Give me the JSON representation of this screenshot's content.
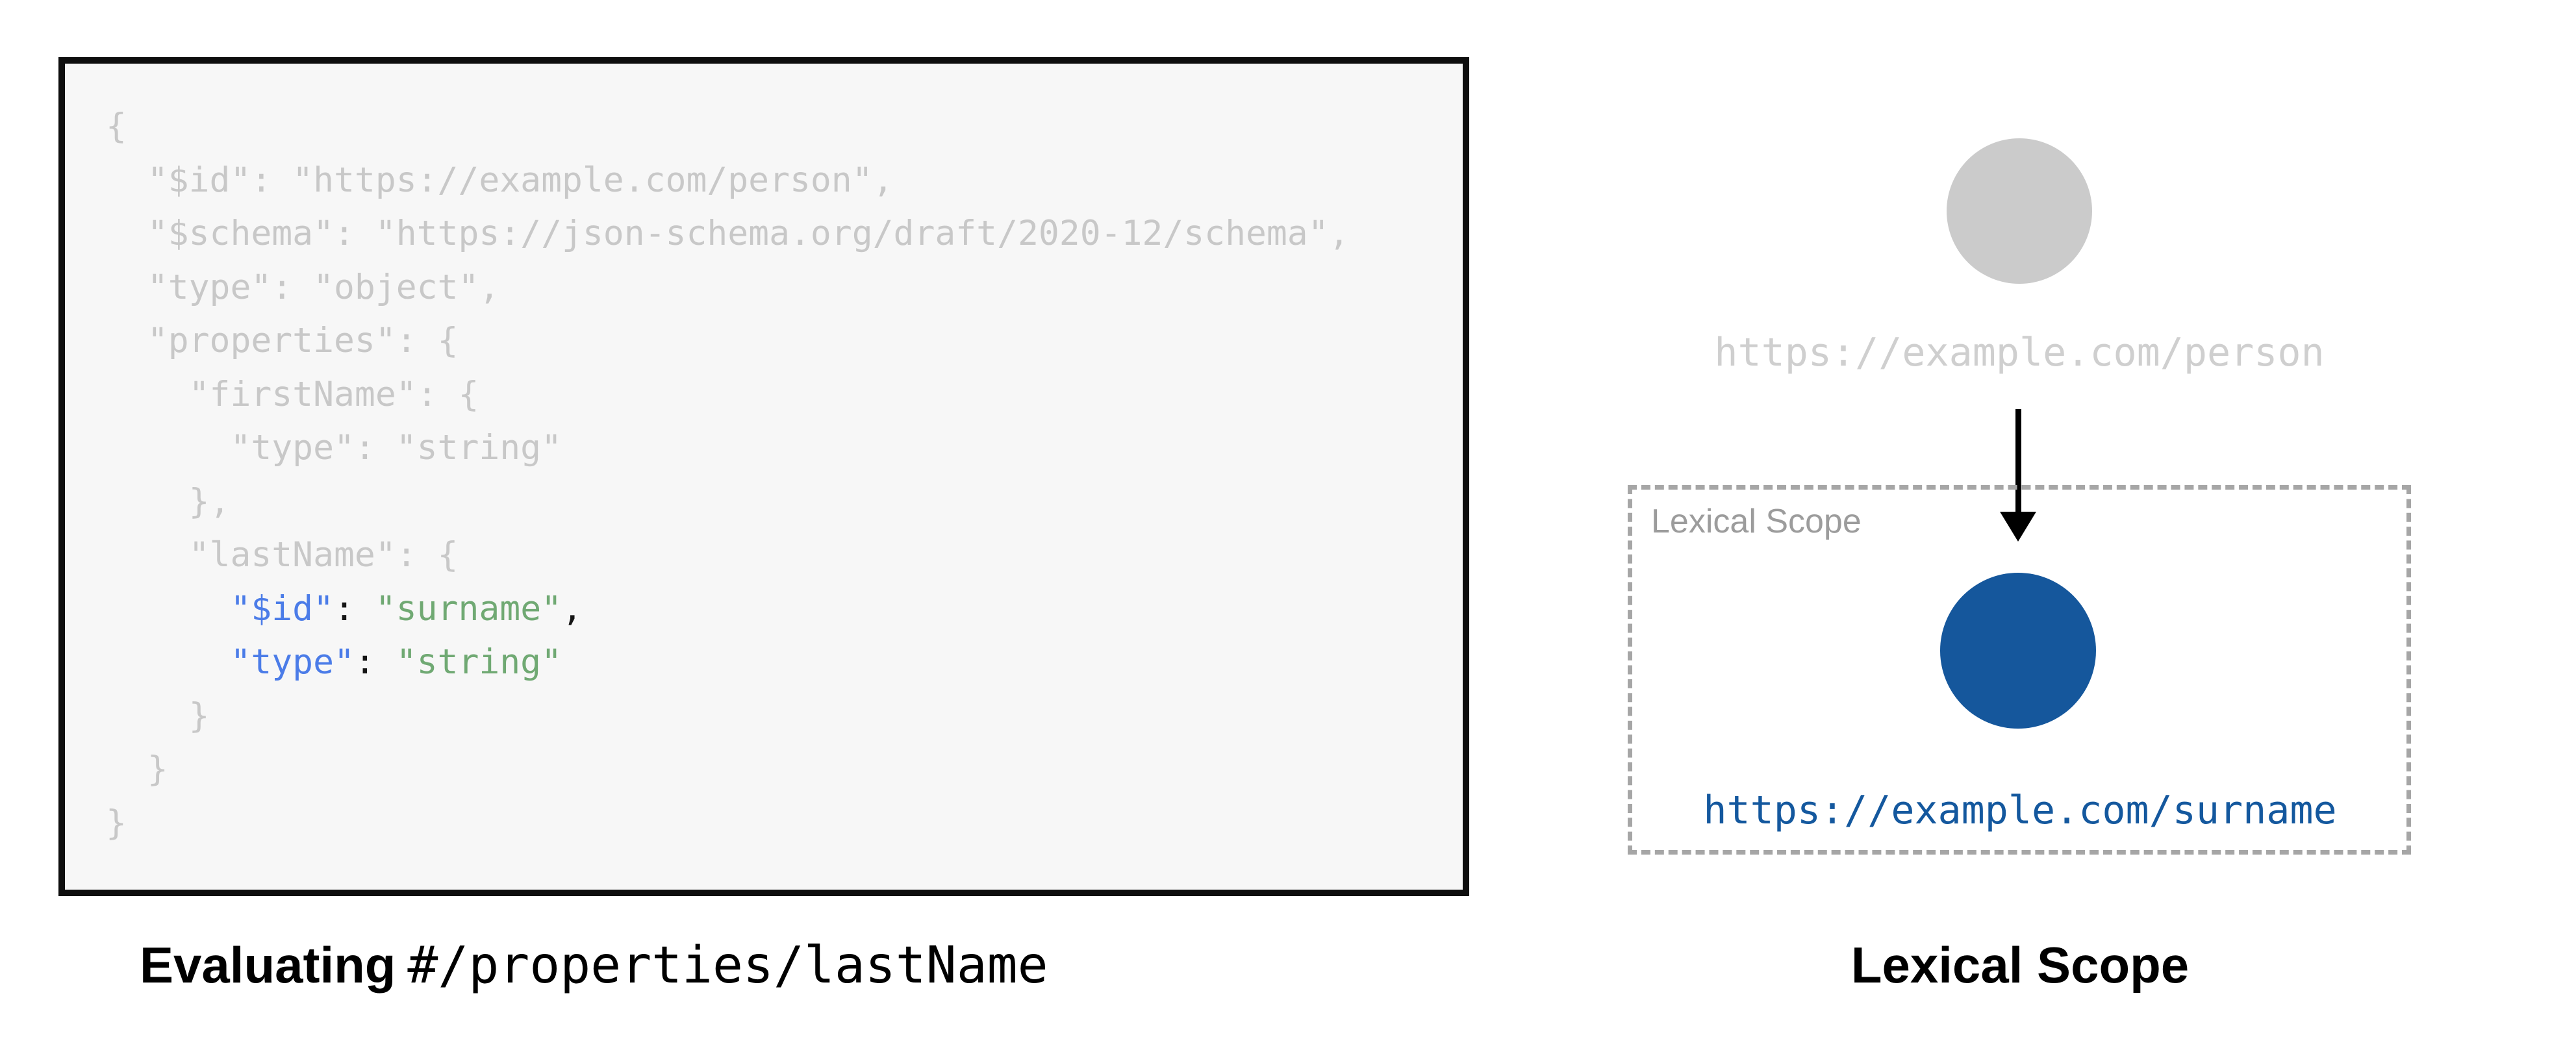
{
  "figure": {
    "left": {
      "caption_bold": "Evaluating",
      "caption_code": "#/properties/lastName",
      "code_lines": [
        [
          {
            "t": "{",
            "c": "gray"
          }
        ],
        [
          {
            "t": "  \"$id\": \"https://example.com/person\",",
            "c": "gray"
          }
        ],
        [
          {
            "t": "  \"$schema\": \"https://json-schema.org/draft/2020-12/schema\",",
            "c": "gray"
          }
        ],
        [
          {
            "t": "  \"type\": \"object\",",
            "c": "gray"
          }
        ],
        [
          {
            "t": "  \"properties\": {",
            "c": "gray"
          }
        ],
        [
          {
            "t": "    \"firstName\": {",
            "c": "gray"
          }
        ],
        [
          {
            "t": "      \"type\": \"string\"",
            "c": "gray"
          }
        ],
        [
          {
            "t": "    },",
            "c": "gray"
          }
        ],
        [
          {
            "t": "    \"lastName\": {",
            "c": "gray"
          }
        ],
        [
          {
            "t": "      ",
            "c": "gray"
          },
          {
            "t": "\"$id\"",
            "c": "blue"
          },
          {
            "t": ": ",
            "c": "black"
          },
          {
            "t": "\"surname\"",
            "c": "green"
          },
          {
            "t": ",",
            "c": "black"
          }
        ],
        [
          {
            "t": "      ",
            "c": "gray"
          },
          {
            "t": "\"type\"",
            "c": "blue"
          },
          {
            "t": ": ",
            "c": "black"
          },
          {
            "t": "\"string\"",
            "c": "green"
          }
        ],
        [
          {
            "t": "    }",
            "c": "gray"
          }
        ],
        [
          {
            "t": "  }",
            "c": "gray"
          }
        ],
        [
          {
            "t": "}",
            "c": "gray"
          }
        ]
      ]
    },
    "right": {
      "parent_uri": "https://example.com/person",
      "scope_box_label": "Lexical Scope",
      "child_uri": "https://example.com/surname",
      "caption": "Lexical Scope"
    }
  },
  "colors": {
    "code_gray": "#c8c8c8",
    "code_blue": "#4b7ce8",
    "code_green": "#70a973",
    "code_black": "#151515",
    "panel_bg": "#f7f7f7",
    "panel_border": "#0e0e0e",
    "node_gray": "#cbcbcb",
    "node_blue": "#15579c",
    "url_gray": "#cfcfcf",
    "url_blue": "#14589e",
    "scope_border": "#a6a6a6",
    "scope_label": "#9c9c9c",
    "arrow": "#000000",
    "caption": "#000000"
  }
}
